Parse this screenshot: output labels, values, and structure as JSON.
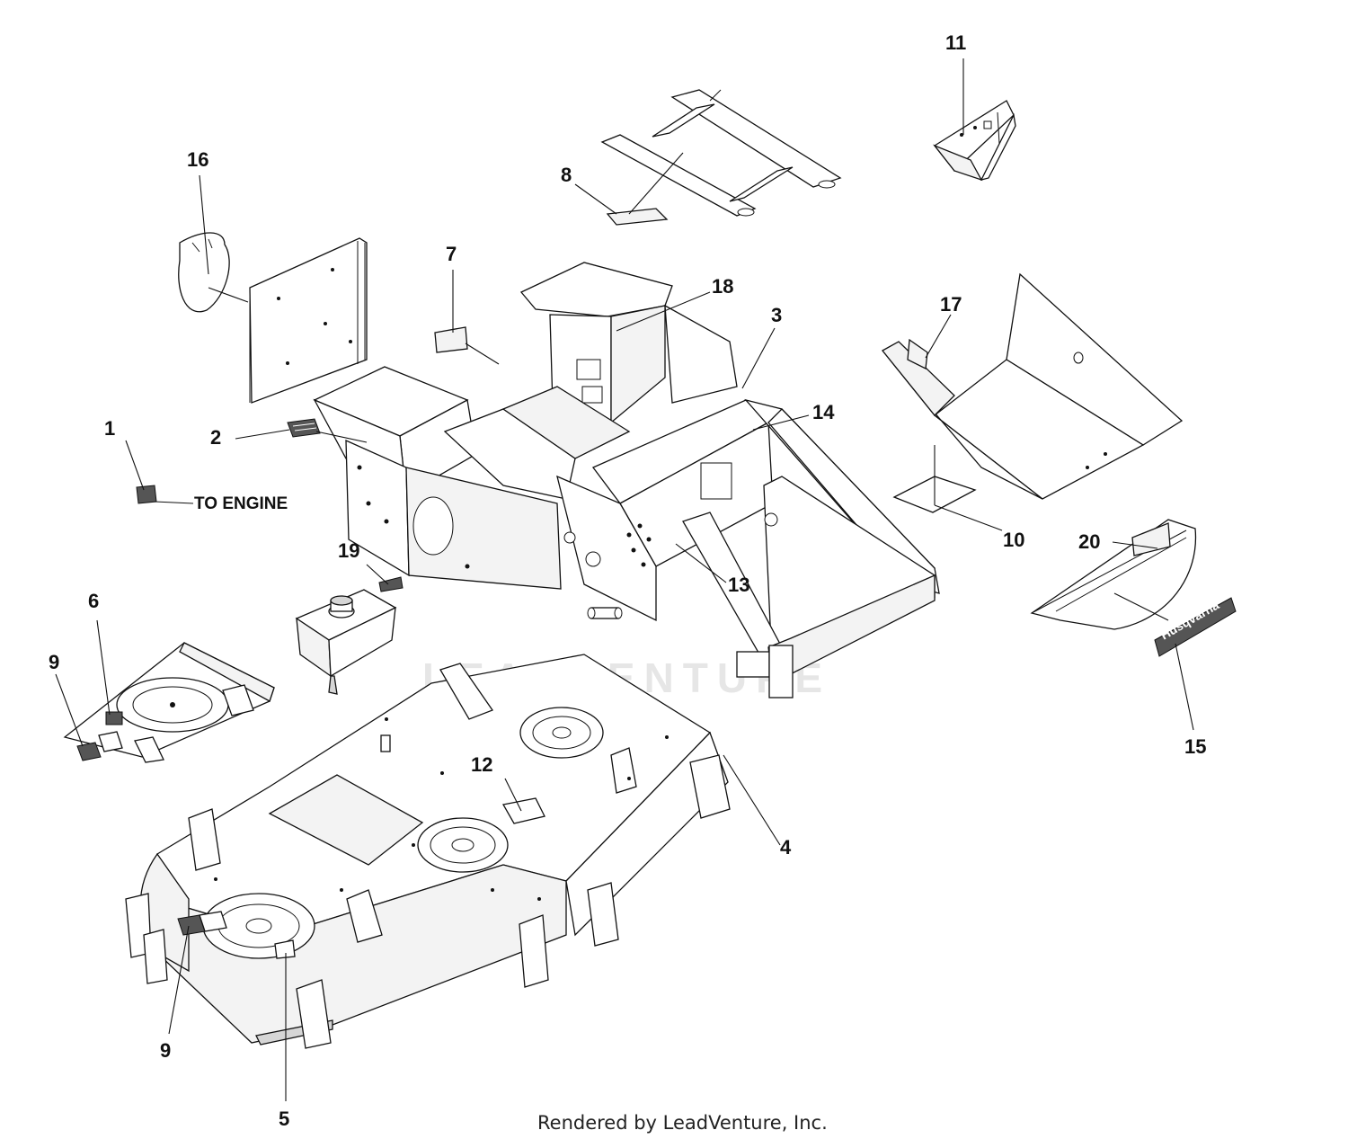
{
  "callouts": [
    {
      "id": "c1",
      "label": "1"
    },
    {
      "id": "c2",
      "label": "2"
    },
    {
      "id": "c3",
      "label": "3"
    },
    {
      "id": "c4",
      "label": "4"
    },
    {
      "id": "c5",
      "label": "5"
    },
    {
      "id": "c6",
      "label": "6"
    },
    {
      "id": "c7",
      "label": "7"
    },
    {
      "id": "c8",
      "label": "8"
    },
    {
      "id": "c9a",
      "label": "9"
    },
    {
      "id": "c9b",
      "label": "9"
    },
    {
      "id": "c10",
      "label": "10"
    },
    {
      "id": "c11",
      "label": "11"
    },
    {
      "id": "c12",
      "label": "12"
    },
    {
      "id": "c13",
      "label": "13"
    },
    {
      "id": "c14",
      "label": "14"
    },
    {
      "id": "c15",
      "label": "15"
    },
    {
      "id": "c16",
      "label": "16"
    },
    {
      "id": "c17",
      "label": "17"
    },
    {
      "id": "c18",
      "label": "18"
    },
    {
      "id": "c19",
      "label": "19"
    },
    {
      "id": "c20",
      "label": "20"
    }
  ],
  "annotation": "TO ENGINE",
  "decal_brand": "Husqvarna",
  "watermark": "LEADVENTURE",
  "footer": "Rendered by LeadVenture, Inc."
}
